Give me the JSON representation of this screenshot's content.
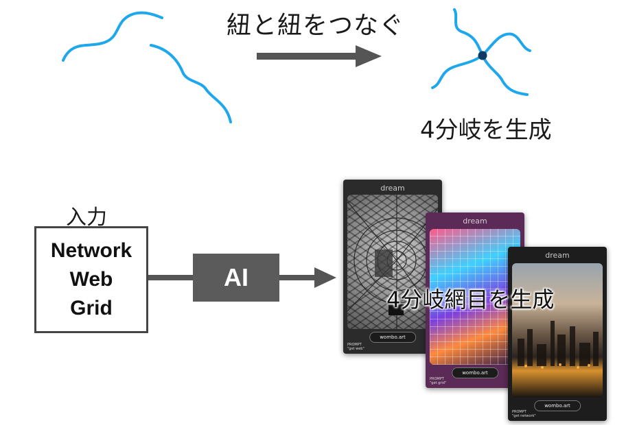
{
  "top": {
    "title": "紐と紐をつなぐ",
    "caption": "4分岐を生成"
  },
  "input": {
    "label": "入力",
    "words": [
      "Network",
      "Web",
      "Grid"
    ]
  },
  "ai_box": {
    "label": "AI"
  },
  "cards": [
    {
      "header": "dream",
      "prompt_label": "PROMPT",
      "prompt_text": "\"get web\"",
      "footer": "wombo.art"
    },
    {
      "header": "dream",
      "prompt_label": "PROMPT",
      "prompt_text": "\"get grid\"",
      "footer": "wombo.art"
    },
    {
      "header": "dream",
      "prompt_label": "PROMPT",
      "prompt_text": "\"get network\"",
      "footer": "wombo.art"
    }
  ],
  "overlay_caption": "4分岐網目を生成",
  "colors": {
    "curve": "#1ea7ec",
    "node": "#0d3b66",
    "arrow": "#555555",
    "ai_box": "#5b5b5b"
  }
}
